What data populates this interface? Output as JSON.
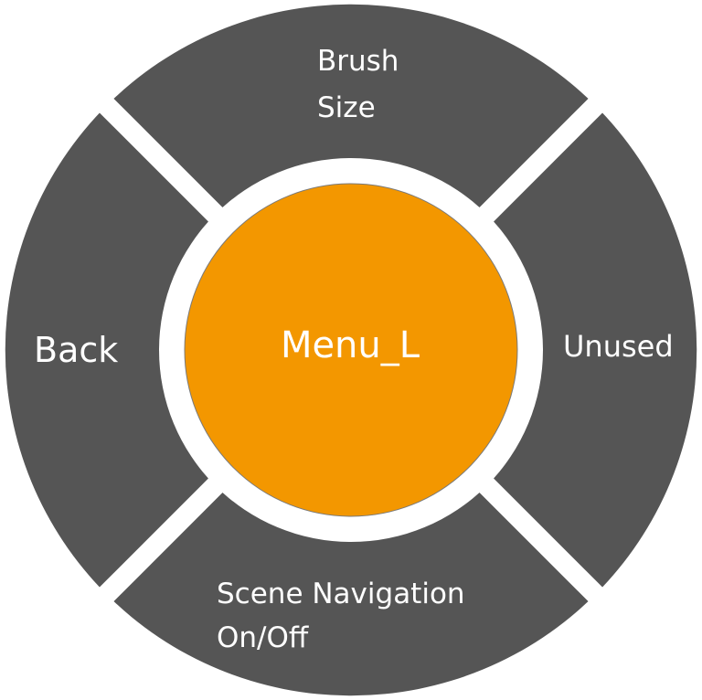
{
  "menu": {
    "center_label": "Menu_L",
    "segments": {
      "top": {
        "lines": [
          "Brush",
          "Size"
        ]
      },
      "right": {
        "label": "Unused"
      },
      "bottom": {
        "lines": [
          "Scene Navigation",
          "On/Off"
        ]
      },
      "left": {
        "label": "Back"
      }
    }
  },
  "colors": {
    "segment_fill": "#555555",
    "center_fill": "#F39700",
    "gap": "#FFFFFF",
    "text": "#FFFFFF"
  }
}
